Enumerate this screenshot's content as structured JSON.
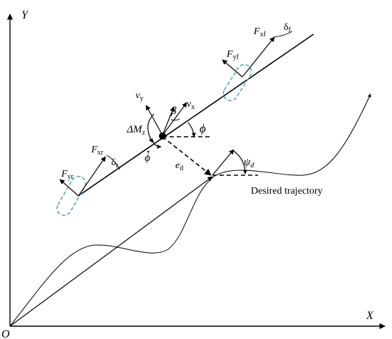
{
  "axes": {
    "x_label": "X",
    "y_label": "Y",
    "origin_label": "O"
  },
  "labels": {
    "vy": "v",
    "vy_sub": "y",
    "vx": "v",
    "vx_sub": "x",
    "beta": "β",
    "phi": "ϕ",
    "phi_dot": "ϕ",
    "delta_m": "ΔM",
    "delta_m_sub": "z",
    "fxf": "F",
    "fxf_sub": "xf",
    "fyf": "F",
    "fyf_sub": "yf",
    "delta_f": "δ",
    "delta_f_sub": "f",
    "fxr": "F",
    "fxr_sub": "xr",
    "fyr": "F",
    "fyr_sub": "yr",
    "delta_r": "δ",
    "delta_r_sub": "r",
    "ed": "e",
    "ed_sub": "d",
    "psi_d": "ψ",
    "psi_d_sub": "d",
    "desired_trajectory": "Desired trajectory"
  },
  "colors": {
    "line": "#000000",
    "wheel_outline": "#4a9ed6"
  }
}
